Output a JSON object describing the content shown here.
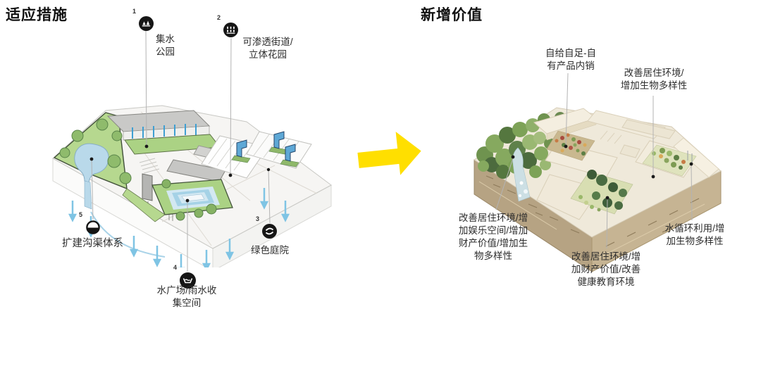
{
  "left": {
    "title": "适应措施",
    "markers": [
      {
        "num": "1",
        "icon": "rain-park-icon",
        "lines": [
          "集水",
          "公园"
        ]
      },
      {
        "num": "2",
        "icon": "permeable-street-icon",
        "lines": [
          "可渗透街道/",
          "立体花园"
        ]
      },
      {
        "num": "3",
        "icon": "green-courtyard-icon",
        "lines": [
          "绿色庭院"
        ]
      },
      {
        "num": "4",
        "icon": "water-plaza-icon",
        "lines": [
          "水广场/雨水收",
          "集空间"
        ]
      },
      {
        "num": "5",
        "icon": "canal-expansion-icon",
        "lines": [
          "扩建沟渠体系"
        ]
      }
    ]
  },
  "right": {
    "title": "新增价值",
    "annotations": [
      {
        "id": "self-sufficiency",
        "lines": [
          "自给自足-自",
          "有产品内销"
        ]
      },
      {
        "id": "biodiversity-north",
        "lines": [
          "改善居住环境/",
          "增加生物多样性"
        ]
      },
      {
        "id": "west-benefits",
        "lines": [
          "改善居住环境/增",
          "加娱乐空间/增加",
          "财产价值/增加生",
          "物多样性"
        ]
      },
      {
        "id": "center-benefits",
        "lines": [
          "改善居住环境/增",
          "加财产价值/改善",
          "健康教育环境"
        ]
      },
      {
        "id": "water-reuse",
        "lines": [
          "水循环利用/增",
          "加生物多样性"
        ]
      }
    ]
  },
  "colors": {
    "arrow": "#ffdf00",
    "marker": "#161616",
    "leader": "#b3b3b3",
    "grass": "#b6d88f",
    "pond": "#b9d9ea",
    "earth": "#b6a383",
    "cream": "#efe9da"
  }
}
